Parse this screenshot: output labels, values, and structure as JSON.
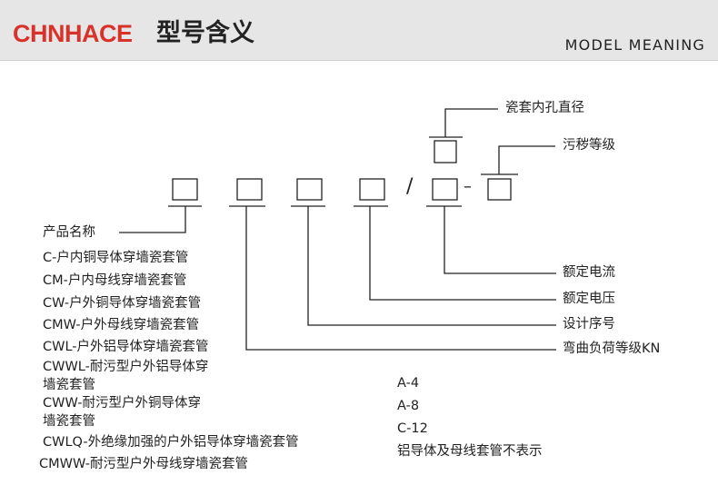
{
  "header": {
    "brand": "CHNHACE",
    "title_cn": "型号含义",
    "subtitle": "MODEL MEANING"
  },
  "diagram": {
    "separator_slash": "/",
    "separator_dash": "–",
    "right_labels": {
      "bore_diameter": "瓷套内孔直径",
      "pollution_grade": "污秽等级",
      "rated_current": "额定电流",
      "rated_voltage": "额定电压",
      "design_serial": "设计序号",
      "bending_load": "弯曲负荷等级KN"
    },
    "left_title": "产品名称",
    "product_types": [
      "C-户内铜导体穿墙瓷套管",
      "CM-户内母线穿墙瓷套管",
      "CW-户外铜导体穿墙瓷套管",
      "CMW-户外母线穿墙瓷套管",
      "CWL-户外铝导体穿墙瓷套管",
      "CWWL-耐污型户外铝导体穿",
      "墙瓷套管",
      "CWW-耐污型户外铜导体穿",
      "墙瓷套管",
      "CWLQ-外绝缘加强的户外铝导体穿墙瓷套管",
      "CMWW-耐污型户外母线穿墙瓷套管"
    ],
    "load_grades": [
      "A-4",
      "A-8",
      "C-12"
    ],
    "load_note": "铝导体及母线套管不表示"
  }
}
